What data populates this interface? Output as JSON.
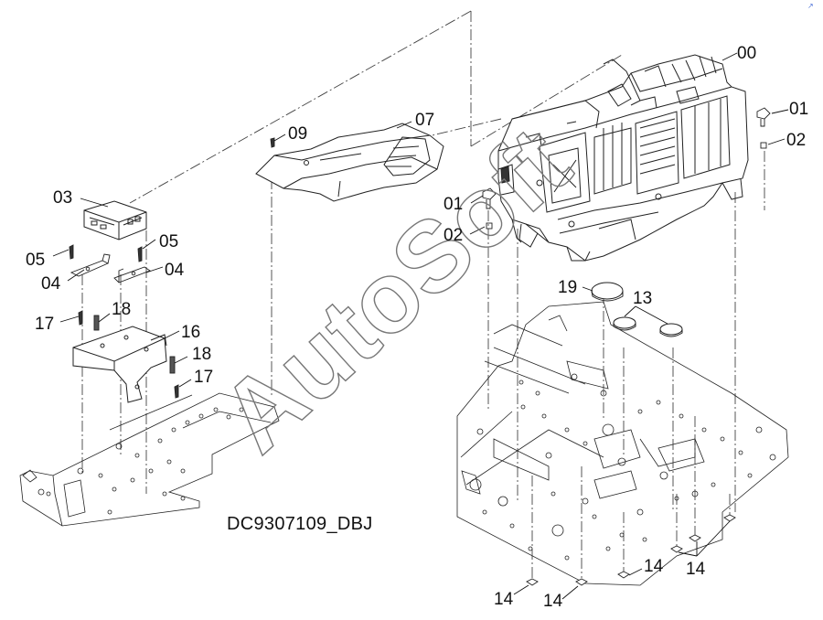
{
  "drawing_id": "DC9307109_DBJ",
  "watermark": "AutoSoft",
  "corner_mark": "↗",
  "callouts": {
    "c00": "00",
    "c01a": "01",
    "c02a": "02",
    "c01b": "01",
    "c02b": "02",
    "c03": "03",
    "c04a": "04",
    "c04b": "04",
    "c05a": "05",
    "c05b": "05",
    "c07": "07",
    "c09": "09",
    "c13": "13",
    "c14a": "14",
    "c14b": "14",
    "c14c": "14",
    "c14d": "14",
    "c16": "16",
    "c17a": "17",
    "c17b": "17",
    "c18a": "18",
    "c18b": "18",
    "c19": "19"
  }
}
